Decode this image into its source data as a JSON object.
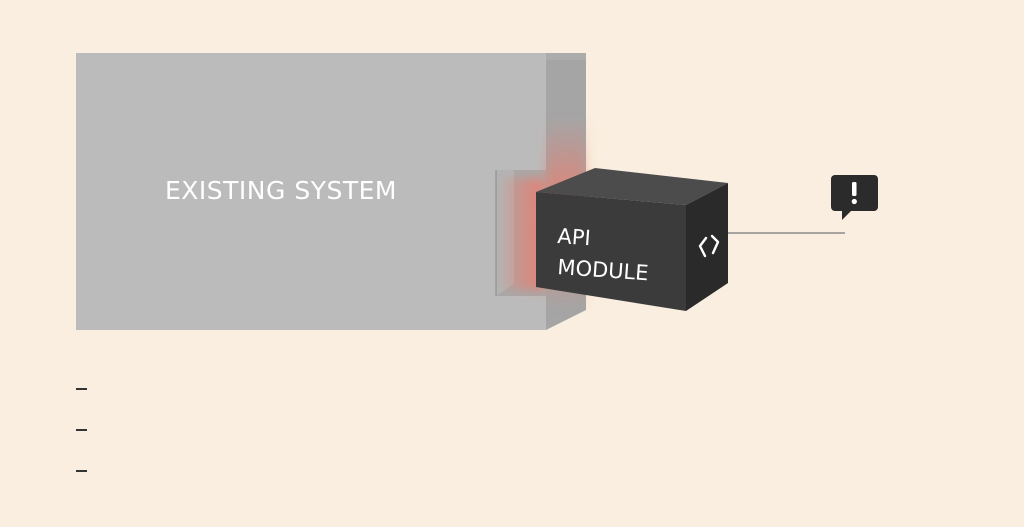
{
  "diagram": {
    "existing_system": {
      "label": "EXISTING SYSTEM"
    },
    "api_module": {
      "label_line1": "API",
      "label_line2": "MODULE",
      "code_icon": "code-brackets-icon"
    },
    "alert": {
      "icon": "exclamation-speech-bubble-icon",
      "glyph": "!"
    }
  },
  "bullets": [
    "",
    "",
    ""
  ],
  "colors": {
    "background": "#f9eedf",
    "system_front": "#bbbbbb",
    "system_side": "#a5a5a5",
    "slot_dark": "#9a9a9a",
    "glow": "#f07a6a",
    "module_front": "#3b3b3b",
    "module_top": "#4c4c4c",
    "module_side": "#2a2a2a",
    "connector_line": "#8c8c8c",
    "alert_bubble": "#2b2b2b",
    "label_light": "#ffffff"
  }
}
